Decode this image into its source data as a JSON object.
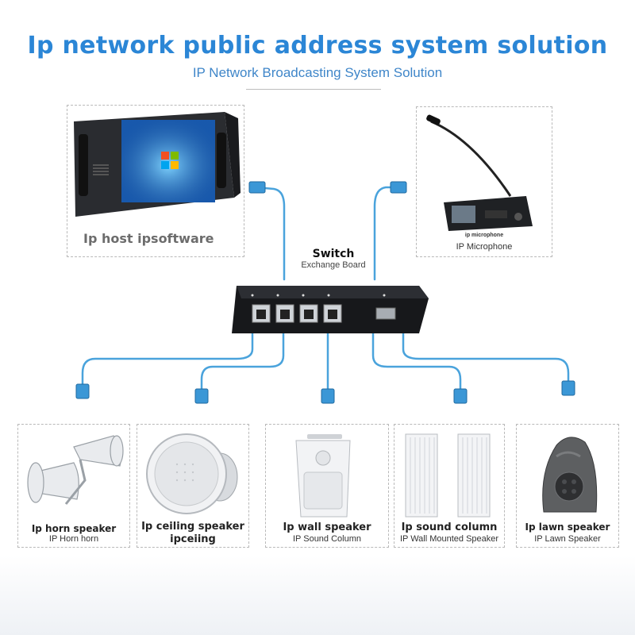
{
  "header": {
    "title": "Ip network public address system solution",
    "subtitle": "IP Network Broadcasting System Solution"
  },
  "host": {
    "label": "Ip host ipsoftware"
  },
  "microphone": {
    "label_small": "ip microphone",
    "label": "IP Microphone"
  },
  "switch": {
    "title": "Switch",
    "subtitle": "Exchange Board"
  },
  "speakers": [
    {
      "label": "Ip horn speaker",
      "sublabel": "IP Horn horn"
    },
    {
      "label": "Ip ceiling speaker ipceiing",
      "sublabel": ""
    },
    {
      "label": "Ip wall speaker",
      "sublabel": "IP Sound Column"
    },
    {
      "label": "Ip sound column",
      "sublabel": "IP Wall Mounted Speaker"
    },
    {
      "label": "Ip lawn speaker",
      "sublabel": "IP Lawn Speaker"
    }
  ],
  "colors": {
    "title": "#2b86d6",
    "cable": "#4aa3dc",
    "border": "#b9b9b9"
  }
}
